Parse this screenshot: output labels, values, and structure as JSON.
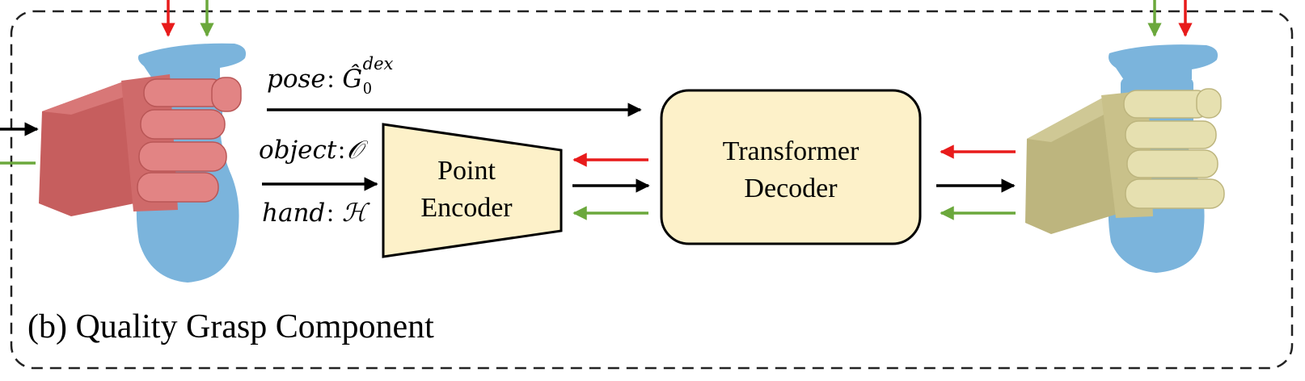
{
  "component_title": "(b) Quality Grasp Component",
  "inputs": {
    "pose": {
      "name": "pose",
      "separator": ":",
      "symbol": "Ĝ",
      "subscript": "0",
      "superscript": "dex"
    },
    "object": {
      "name": "object",
      "separator": ":",
      "symbol": "𝒪"
    },
    "hand": {
      "name": "hand",
      "separator": ":",
      "symbol": "ℋ"
    }
  },
  "point_encoder": {
    "line1": "Point",
    "line2": "Encoder"
  },
  "transformer_decoder": {
    "line1": "Transformer",
    "line2": "Decoder"
  },
  "colors": {
    "box_fill": "#fdf1c9",
    "object_blue": "#7bb4dc",
    "hand_red": "#cf6a6a",
    "hand_yellow": "#c9c18a",
    "arrow_red": "#e81b1b",
    "arrow_green": "#6ba83c",
    "arrow_black": "#000000"
  }
}
